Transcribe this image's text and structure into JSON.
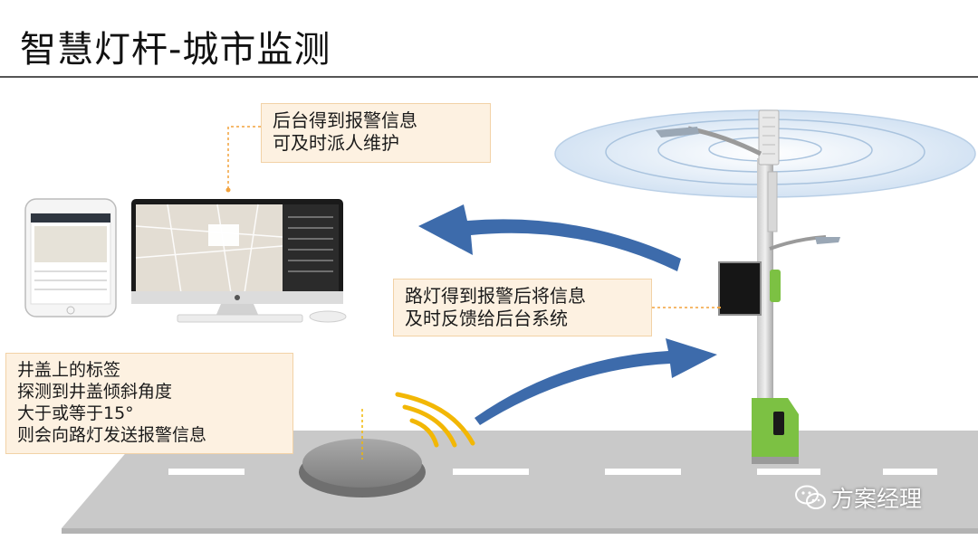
{
  "title": "智慧灯杆-城市监测",
  "notes": {
    "backend": [
      "后台得到报警信息",
      "可及时派人维护"
    ],
    "streetlight": [
      "路灯得到报警后将信息",
      "及时反馈给后台系统"
    ],
    "manhole": [
      "井盖上的标签",
      "探测到井盖倾斜角度",
      "大于或等于15°",
      "则会向路灯发送报警信息"
    ]
  },
  "watermark": "方案经理",
  "colors": {
    "arrow": "#3d6bab",
    "signal": "#f2b705",
    "note_bg": "#fdf1e1",
    "road": "#c9c9c9",
    "pole_base": "#7cc143"
  },
  "icons": {
    "watermark": "wechat-icon"
  }
}
